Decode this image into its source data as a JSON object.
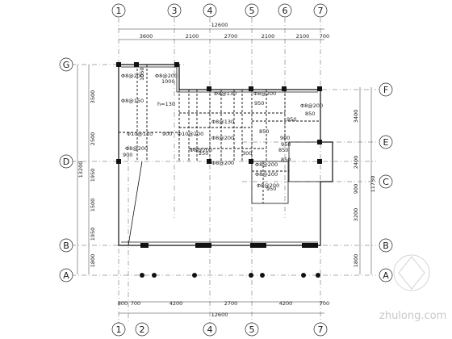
{
  "grid_top": [
    "1",
    "3",
    "4",
    "5",
    "6",
    "7"
  ],
  "grid_bottom": [
    "1",
    "2",
    "4",
    "5",
    "7"
  ],
  "grid_left": [
    "G",
    "D",
    "B",
    "A"
  ],
  "grid_right": [
    "F",
    "E",
    "C",
    "B",
    "A"
  ],
  "top_total": "12600",
  "top_dims": [
    "3600",
    "2100",
    "2700",
    "2100",
    "2100",
    "700"
  ],
  "bottom_total": "12600",
  "bottom_dims": [
    "800",
    "700",
    "4200",
    "2700",
    "4200",
    "700"
  ],
  "left_total": "13200",
  "left_dims": [
    "3500",
    "2500",
    "1950",
    "1500",
    "1950",
    "1800"
  ],
  "right_total": "11730",
  "right_dims": [
    "3400",
    "2400",
    "900",
    "3200",
    "1800"
  ],
  "slab_notes": [
    "Φ8@200",
    "Φ8@200",
    "1050",
    "1000",
    "Φ8@150",
    "h=130",
    "Φ8@130",
    "Φ8@200",
    "950",
    "Φ8@200",
    "850",
    "Φ8@130",
    "Φ10@110",
    "900",
    "Φ8@200",
    "Φ10@200",
    "900",
    "Φ8@200",
    "900",
    "Φ8@200",
    "850",
    "Φ8@200",
    "850",
    "Φ8@200",
    "950",
    "Φ8@200",
    "850",
    "950",
    "250",
    "300",
    "Φ8@200",
    "950"
  ],
  "watermark": "zhulong.com"
}
